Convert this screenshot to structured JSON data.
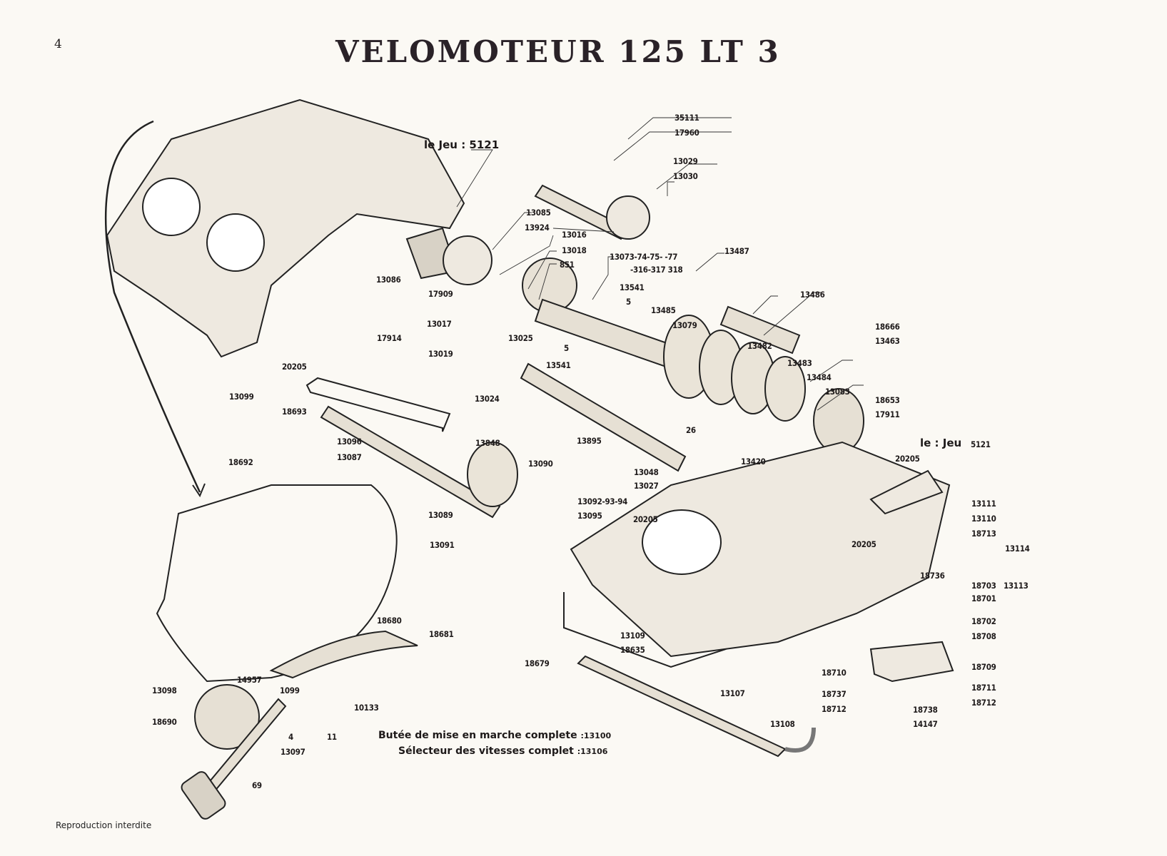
{
  "page": {
    "number": "4",
    "title": "VELOMOTEUR   125 LT 3",
    "footer": "Reproduction interdite"
  },
  "set_labels": {
    "top": "le Jeu : 5121",
    "right_prefix": "le : Jeu",
    "right_ref": "5121"
  },
  "notes": [
    {
      "text": "Butée de mise en marche complete",
      "ref": ":13100"
    },
    {
      "text": "Sélecteur des vitesses complet",
      "ref": ":13106"
    }
  ],
  "part_labels": {
    "p35111": "35111",
    "p17960": "17960",
    "p13029": "13029",
    "p13030": "13030",
    "p13085": "13085",
    "p13924": "13924",
    "p13016": "13016",
    "p13018": "13018",
    "p851": "851",
    "p13073": "13073-74-75-   -77",
    "p13073b": "-316-317 318",
    "p13487": "13487",
    "p13086": "13086",
    "p17909": "17909",
    "p13541a": "13541",
    "p5a": "5",
    "p13485": "13485",
    "p13486": "13486",
    "p13017": "13017",
    "p13025": "13025",
    "p13079": "13079",
    "p18666": "18666",
    "p13463": "13463",
    "p17914": "17914",
    "p13019": "13019",
    "p5b": "5",
    "p13541b": "13541",
    "p13482": "13482",
    "p13483": "13483",
    "p13484": "13484",
    "p13083": "13083",
    "p20205a": "20205",
    "p13024": "13024",
    "p18653": "18653",
    "p17911": "17911",
    "p13099": "13099",
    "p18693": "18693",
    "p13096": "13096",
    "p13087": "13087",
    "p18692": "18692",
    "p26": "26",
    "p13895": "13895",
    "p13848": "13848",
    "p13090": "13090",
    "p13420": "13420",
    "p20205b": "20205",
    "p13048": "13048",
    "p13027": "13027",
    "p13111": "13111",
    "p13092": "13092-93-94",
    "p13095": "13095",
    "p13089": "13089",
    "p20205c": "20205",
    "p13110": "13110",
    "p18713": "18713",
    "p20205d": "20205",
    "p13114": "13114",
    "p13091": "13091",
    "p18736": "18736",
    "p18703": "18703",
    "p13113": "13113",
    "p18701": "18701",
    "p18680": "18680",
    "p18681": "18681",
    "p18702": "18702",
    "p13109": "13109",
    "p18708": "18708",
    "p18635": "18635",
    "p18679": "18679",
    "p18709": "18709",
    "p18710": "18710",
    "p14957": "14957",
    "p18711": "18711",
    "p13098": "13098",
    "p1099": "1099",
    "p13107": "13107",
    "p18737": "18737",
    "p18712a": "18712",
    "p18712b": "18712",
    "p10133": "10133",
    "p18738": "18738",
    "p14147": "14147",
    "p18690": "18690",
    "p4": "4",
    "p11": "11",
    "p13108": "13108",
    "p13097": "13097",
    "p69": "69"
  }
}
